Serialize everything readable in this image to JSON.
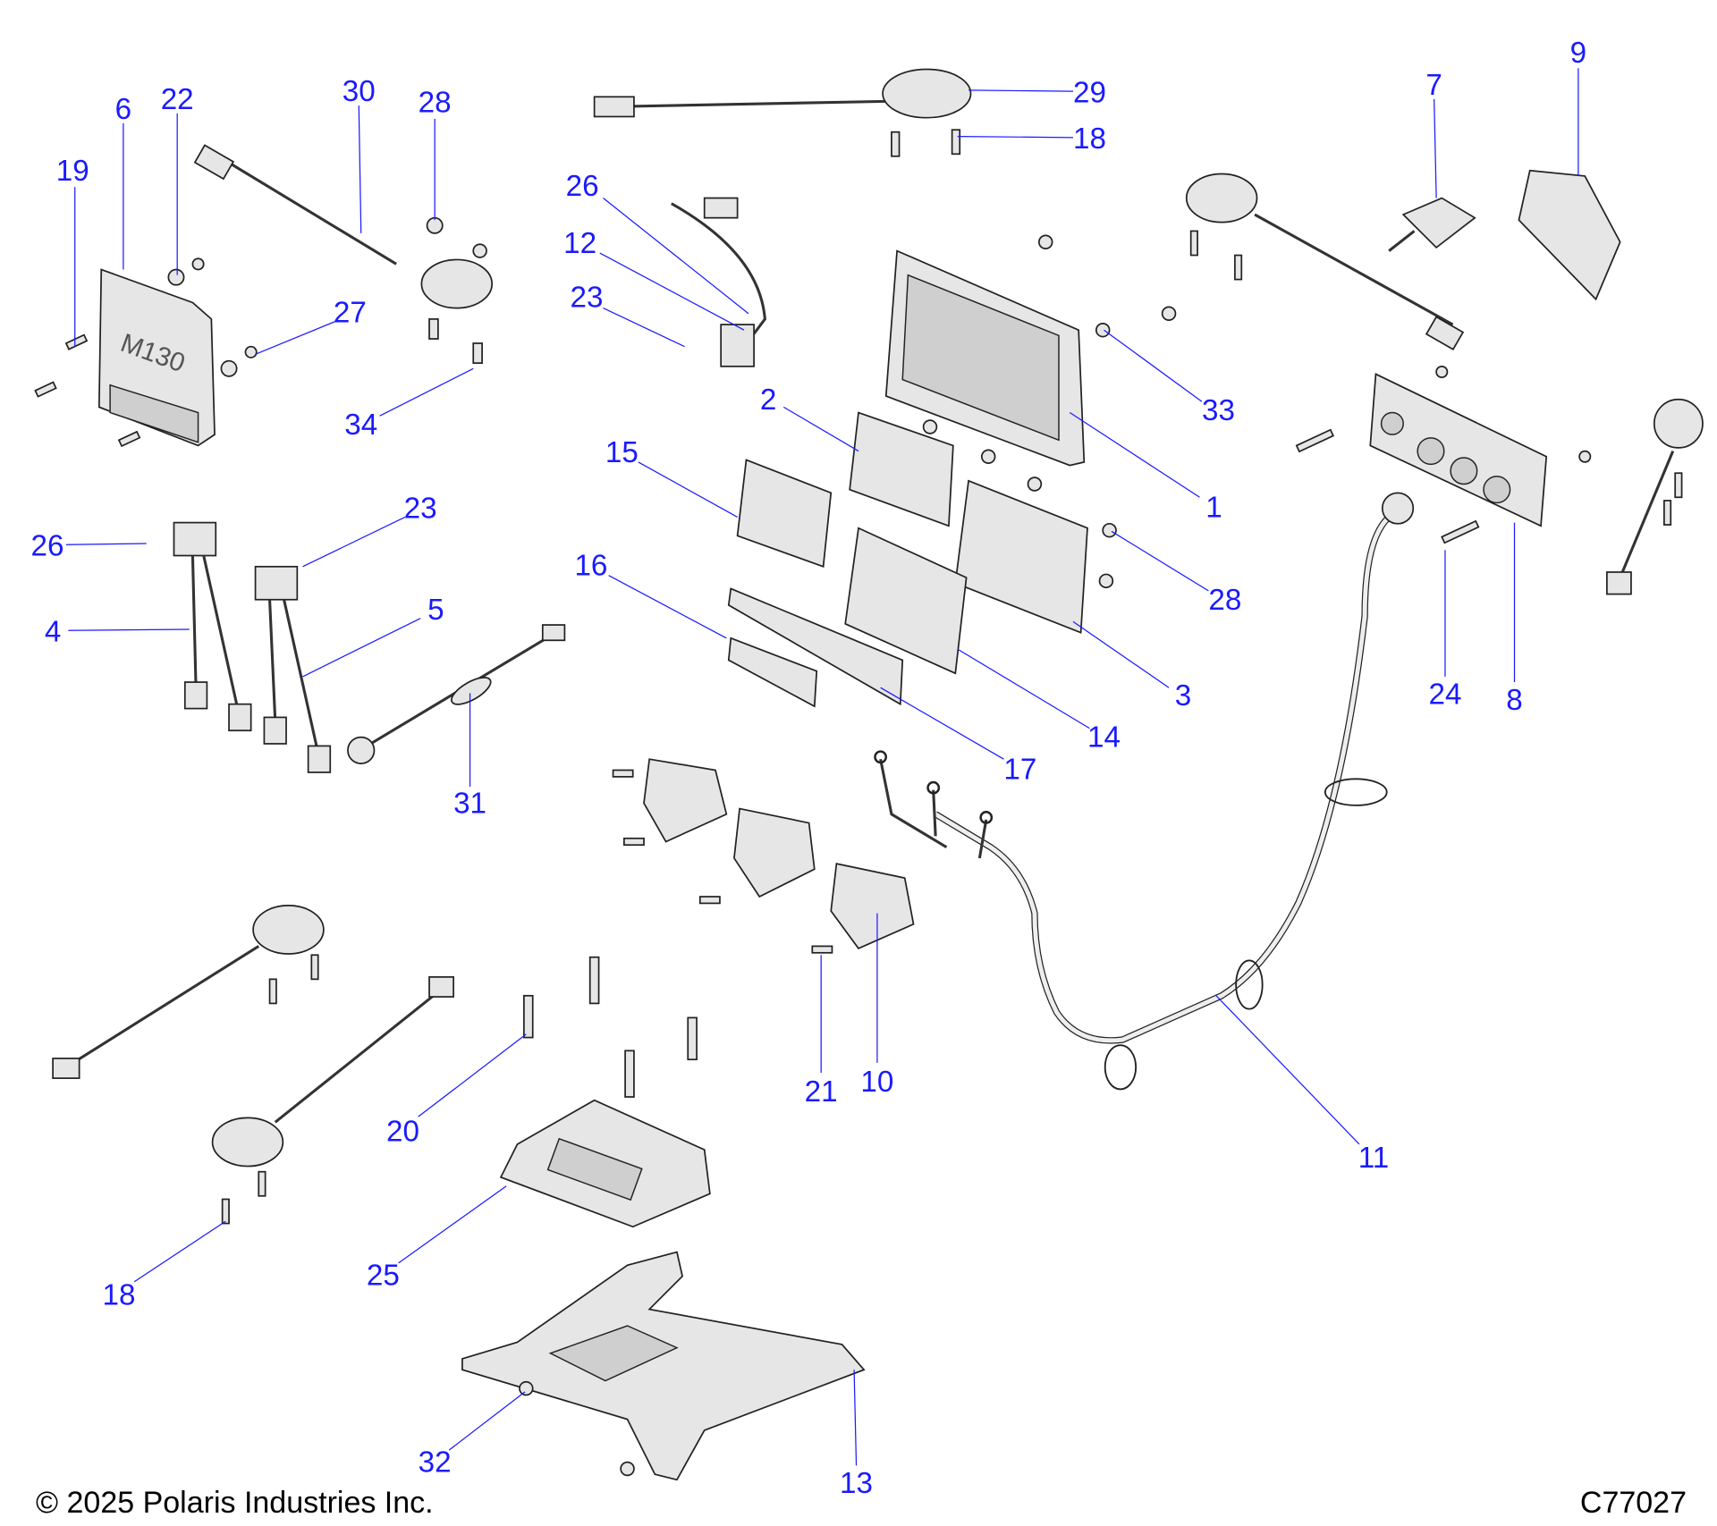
{
  "callouts": [
    "6",
    "22",
    "19",
    "30",
    "28",
    "27",
    "34",
    "26",
    "12",
    "23",
    "29",
    "18",
    "7",
    "9",
    "2",
    "33",
    "1",
    "15",
    "28",
    "3",
    "16",
    "14",
    "17",
    "26",
    "23",
    "4",
    "5",
    "31",
    "24",
    "8",
    "21",
    "10",
    "11",
    "20",
    "18",
    "25",
    "32",
    "13"
  ],
  "part_label": "M130",
  "copyright": "© 2025 Polaris Industries Inc.",
  "drawing_id": "C77027",
  "colors": {
    "callout": "#1a1aff",
    "part_fill": "#e6e6e6",
    "outline": "#222222"
  }
}
